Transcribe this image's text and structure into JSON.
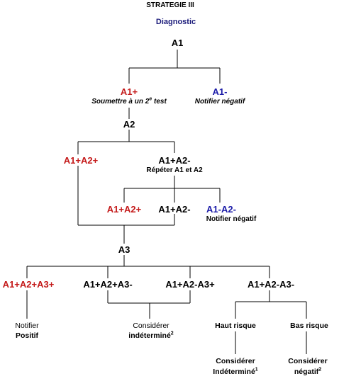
{
  "title": "STRATEGIE III",
  "subtitle": "Diagnostic",
  "nodes": {
    "a1": "A1",
    "a1_pos": "A1+",
    "a1_pos_sub_pre": "Soumettre à un 2",
    "a1_pos_sub_sup": "e",
    "a1_pos_sub_post": " test",
    "a1_neg": "A1-",
    "a1_neg_sub": "Notifier négatif",
    "a2": "A2",
    "a1a2_pp": "A1+A2+",
    "a1a2_pn": "A1+A2-",
    "a1a2_pn_sub": "Répéter A1 et A2",
    "r_pp": "A1+A2+",
    "r_pn": "A1+A2-",
    "r_nn": "A1-A2-",
    "r_nn_sub": "Notifier négatif",
    "a3": "A3",
    "o1": "A1+A2+A3+",
    "o2": "A1+A2+A3-",
    "o3": "A1+A2-A3+",
    "o4": "A1+A2-A3-",
    "o1_sub1": "Notifier",
    "o1_sub2": "Positif",
    "ind_sub1": "Considérer",
    "ind_sub2": "indéterminé",
    "ind_sup": "2",
    "haut": "Haut risque",
    "bas": "Bas risque",
    "haut_sub1": "Considérer",
    "haut_sub2": "Indéterminé",
    "haut_sup": "1",
    "bas_sub1": "Considérer",
    "bas_sub2": "négatif",
    "bas_sup": "2"
  },
  "colors": {
    "positive": "#c41a1a",
    "negative": "#1a1aa8",
    "neutral": "#1a1a7a",
    "line": "#000000"
  }
}
